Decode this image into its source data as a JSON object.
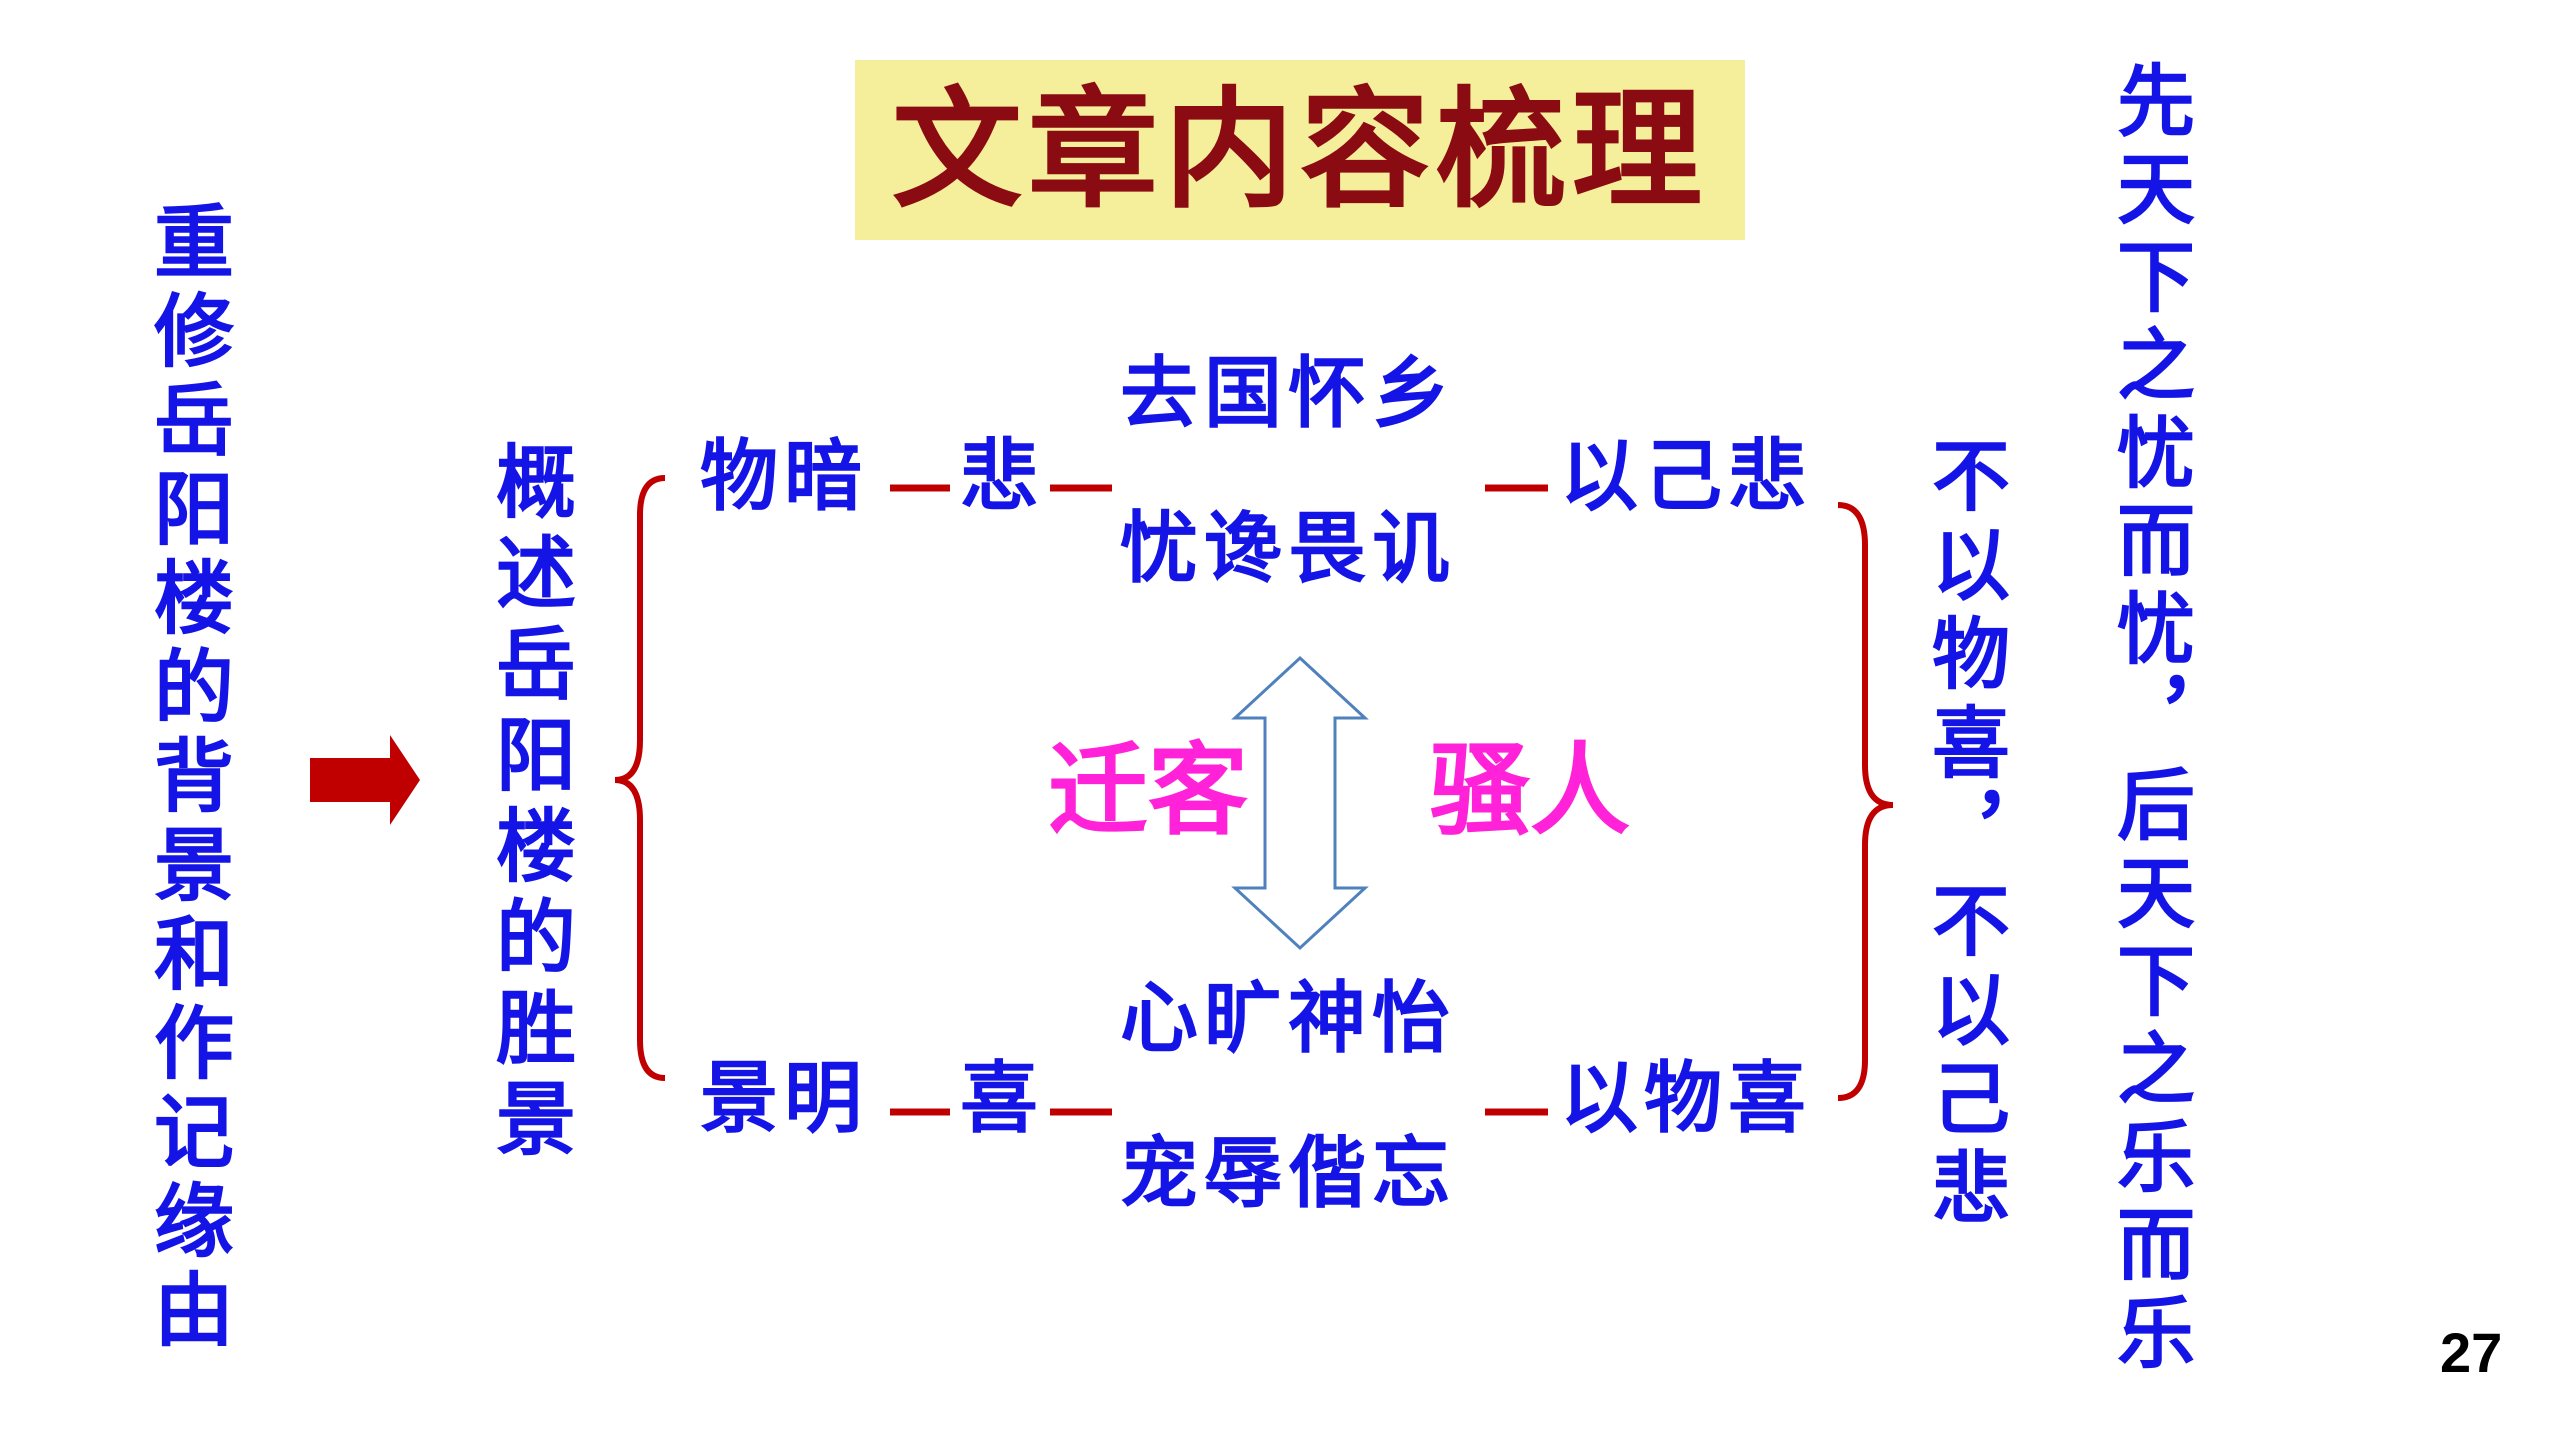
{
  "title": "文章内容梳理",
  "left_column": "重修岳阳楼的背景和作记缘由",
  "summary_column": "概述岳阳楼的胜景",
  "top_row": {
    "scene": "物暗",
    "emotion": "悲",
    "mood_upper": "去国怀乡",
    "mood_lower": "忧谗畏讥",
    "result": "以己悲"
  },
  "bottom_row": {
    "scene": "景明",
    "emotion": "喜",
    "mood_upper": "心旷神怡",
    "mood_lower": "宠辱偕忘",
    "result": "以物喜"
  },
  "center": {
    "left_label": "迁客",
    "right_label": "骚人"
  },
  "mid_right_column": "不以物喜，不以己悲",
  "far_right_column": "先天下之忧而忧，后天下之乐而乐",
  "page_number": "27",
  "colors": {
    "blue_text": "#1414e6",
    "magenta_text": "#ff22d8",
    "title_text": "#8b0b13",
    "title_bg": "#f5ef9b",
    "connector_red": "#c00000",
    "arrow_outline": "#4f81bd"
  },
  "icons": [
    "right-arrow-icon",
    "double-arrow-icon"
  ]
}
